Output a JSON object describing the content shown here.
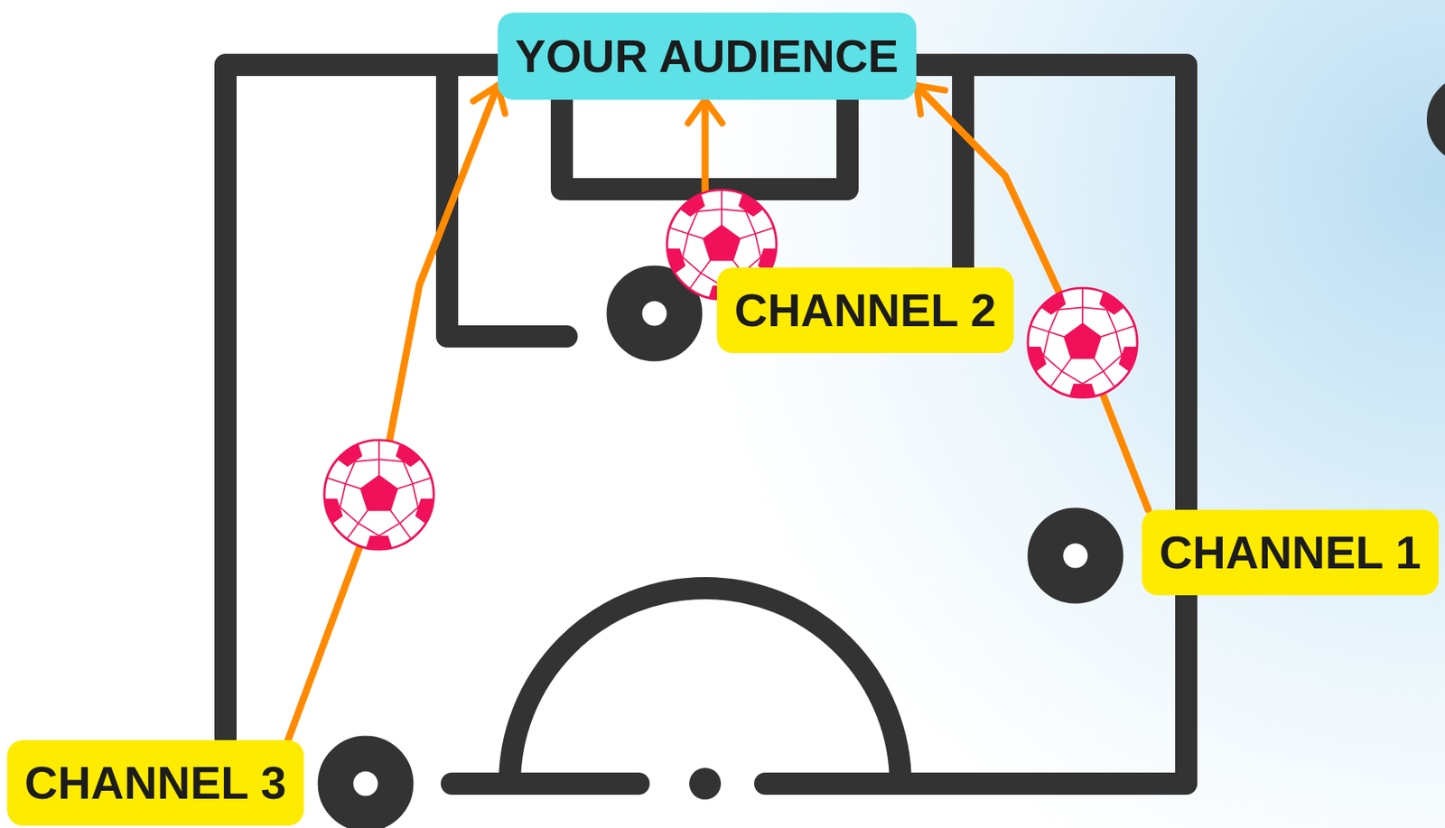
{
  "diagram": {
    "nodes": [
      {
        "text": [
          "YOUR AUDIENCE"
        ]
      },
      {
        "text": [
          "CHANNEL 2"
        ]
      },
      {
        "text": [
          "CHANNEL 1"
        ]
      },
      {
        "text": [
          "CHANNEL 3"
        ]
      }
    ],
    "edges": [
      {
        "from": 1,
        "to": 0,
        "arrow": "to"
      },
      {
        "from": 2,
        "to": 0,
        "arrow": "to"
      },
      {
        "from": 3,
        "to": 0,
        "arrow": "to"
      }
    ]
  }
}
